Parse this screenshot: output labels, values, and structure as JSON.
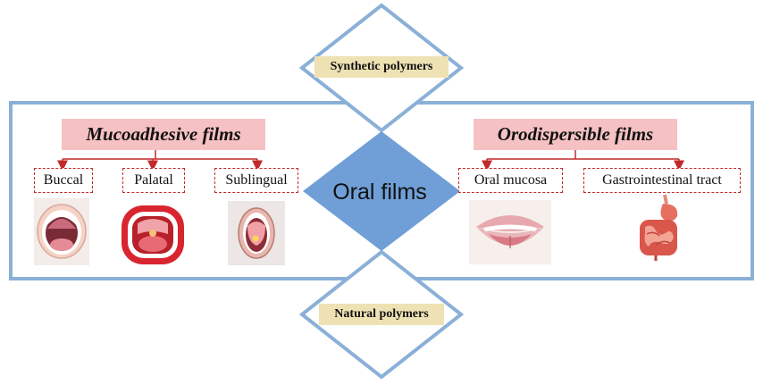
{
  "top_label": "Synthetic polymers",
  "bottom_label": "Natural polymers",
  "center_label": "Oral films",
  "left": {
    "title": "Mucoadhesive films",
    "items": [
      "Buccal",
      "Palatal",
      "Sublingual"
    ]
  },
  "right": {
    "title": "Orodispersible films",
    "items": [
      "Oral mucosa",
      "Gastrointestinal tract"
    ]
  },
  "colors": {
    "frame": "#8ab0d8",
    "center_diamond": "#6f9fd6",
    "header_bg": "#f6c1c3",
    "pill_bg": "#eee2b4",
    "connector": "#c22a2a"
  }
}
